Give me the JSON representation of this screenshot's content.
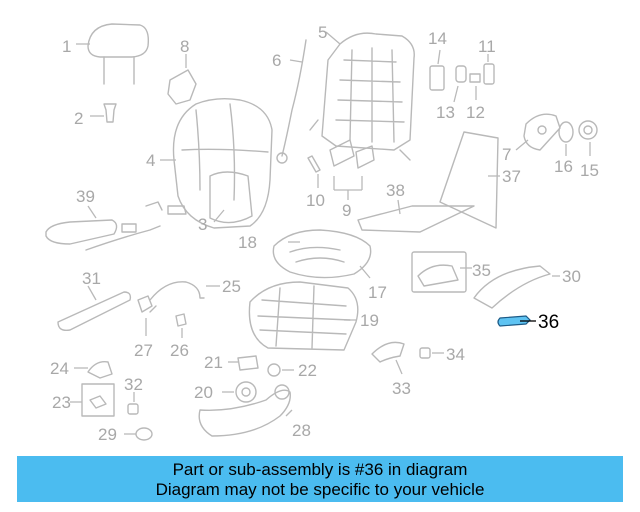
{
  "diagram": {
    "highlight_color": "#5ec3f2",
    "callouts": [
      "1",
      "2",
      "3",
      "4",
      "5",
      "6",
      "7",
      "8",
      "9",
      "10",
      "11",
      "12",
      "13",
      "14",
      "15",
      "16",
      "17",
      "18",
      "19",
      "20",
      "21",
      "22",
      "23",
      "24",
      "25",
      "26",
      "27",
      "28",
      "29",
      "30",
      "31",
      "32",
      "33",
      "34",
      "35",
      "36",
      "37",
      "38",
      "39"
    ],
    "highlighted_part": "36"
  },
  "banner": {
    "color": "#4bbcf0",
    "line1": "Part or sub-assembly is #36 in diagram",
    "line2": "Diagram may not be specific to your vehicle"
  }
}
